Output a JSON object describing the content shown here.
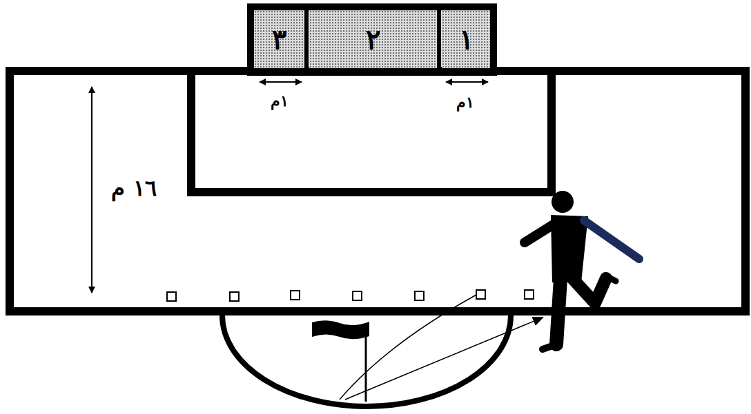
{
  "diagram": {
    "nodes": [
      {
        "text": [
          "١"
        ]
      },
      {
        "text": [
          "٢"
        ]
      },
      {
        "text": [
          "٣"
        ]
      }
    ],
    "labels": [
      "١م",
      "١م",
      "١٦ م"
    ]
  }
}
